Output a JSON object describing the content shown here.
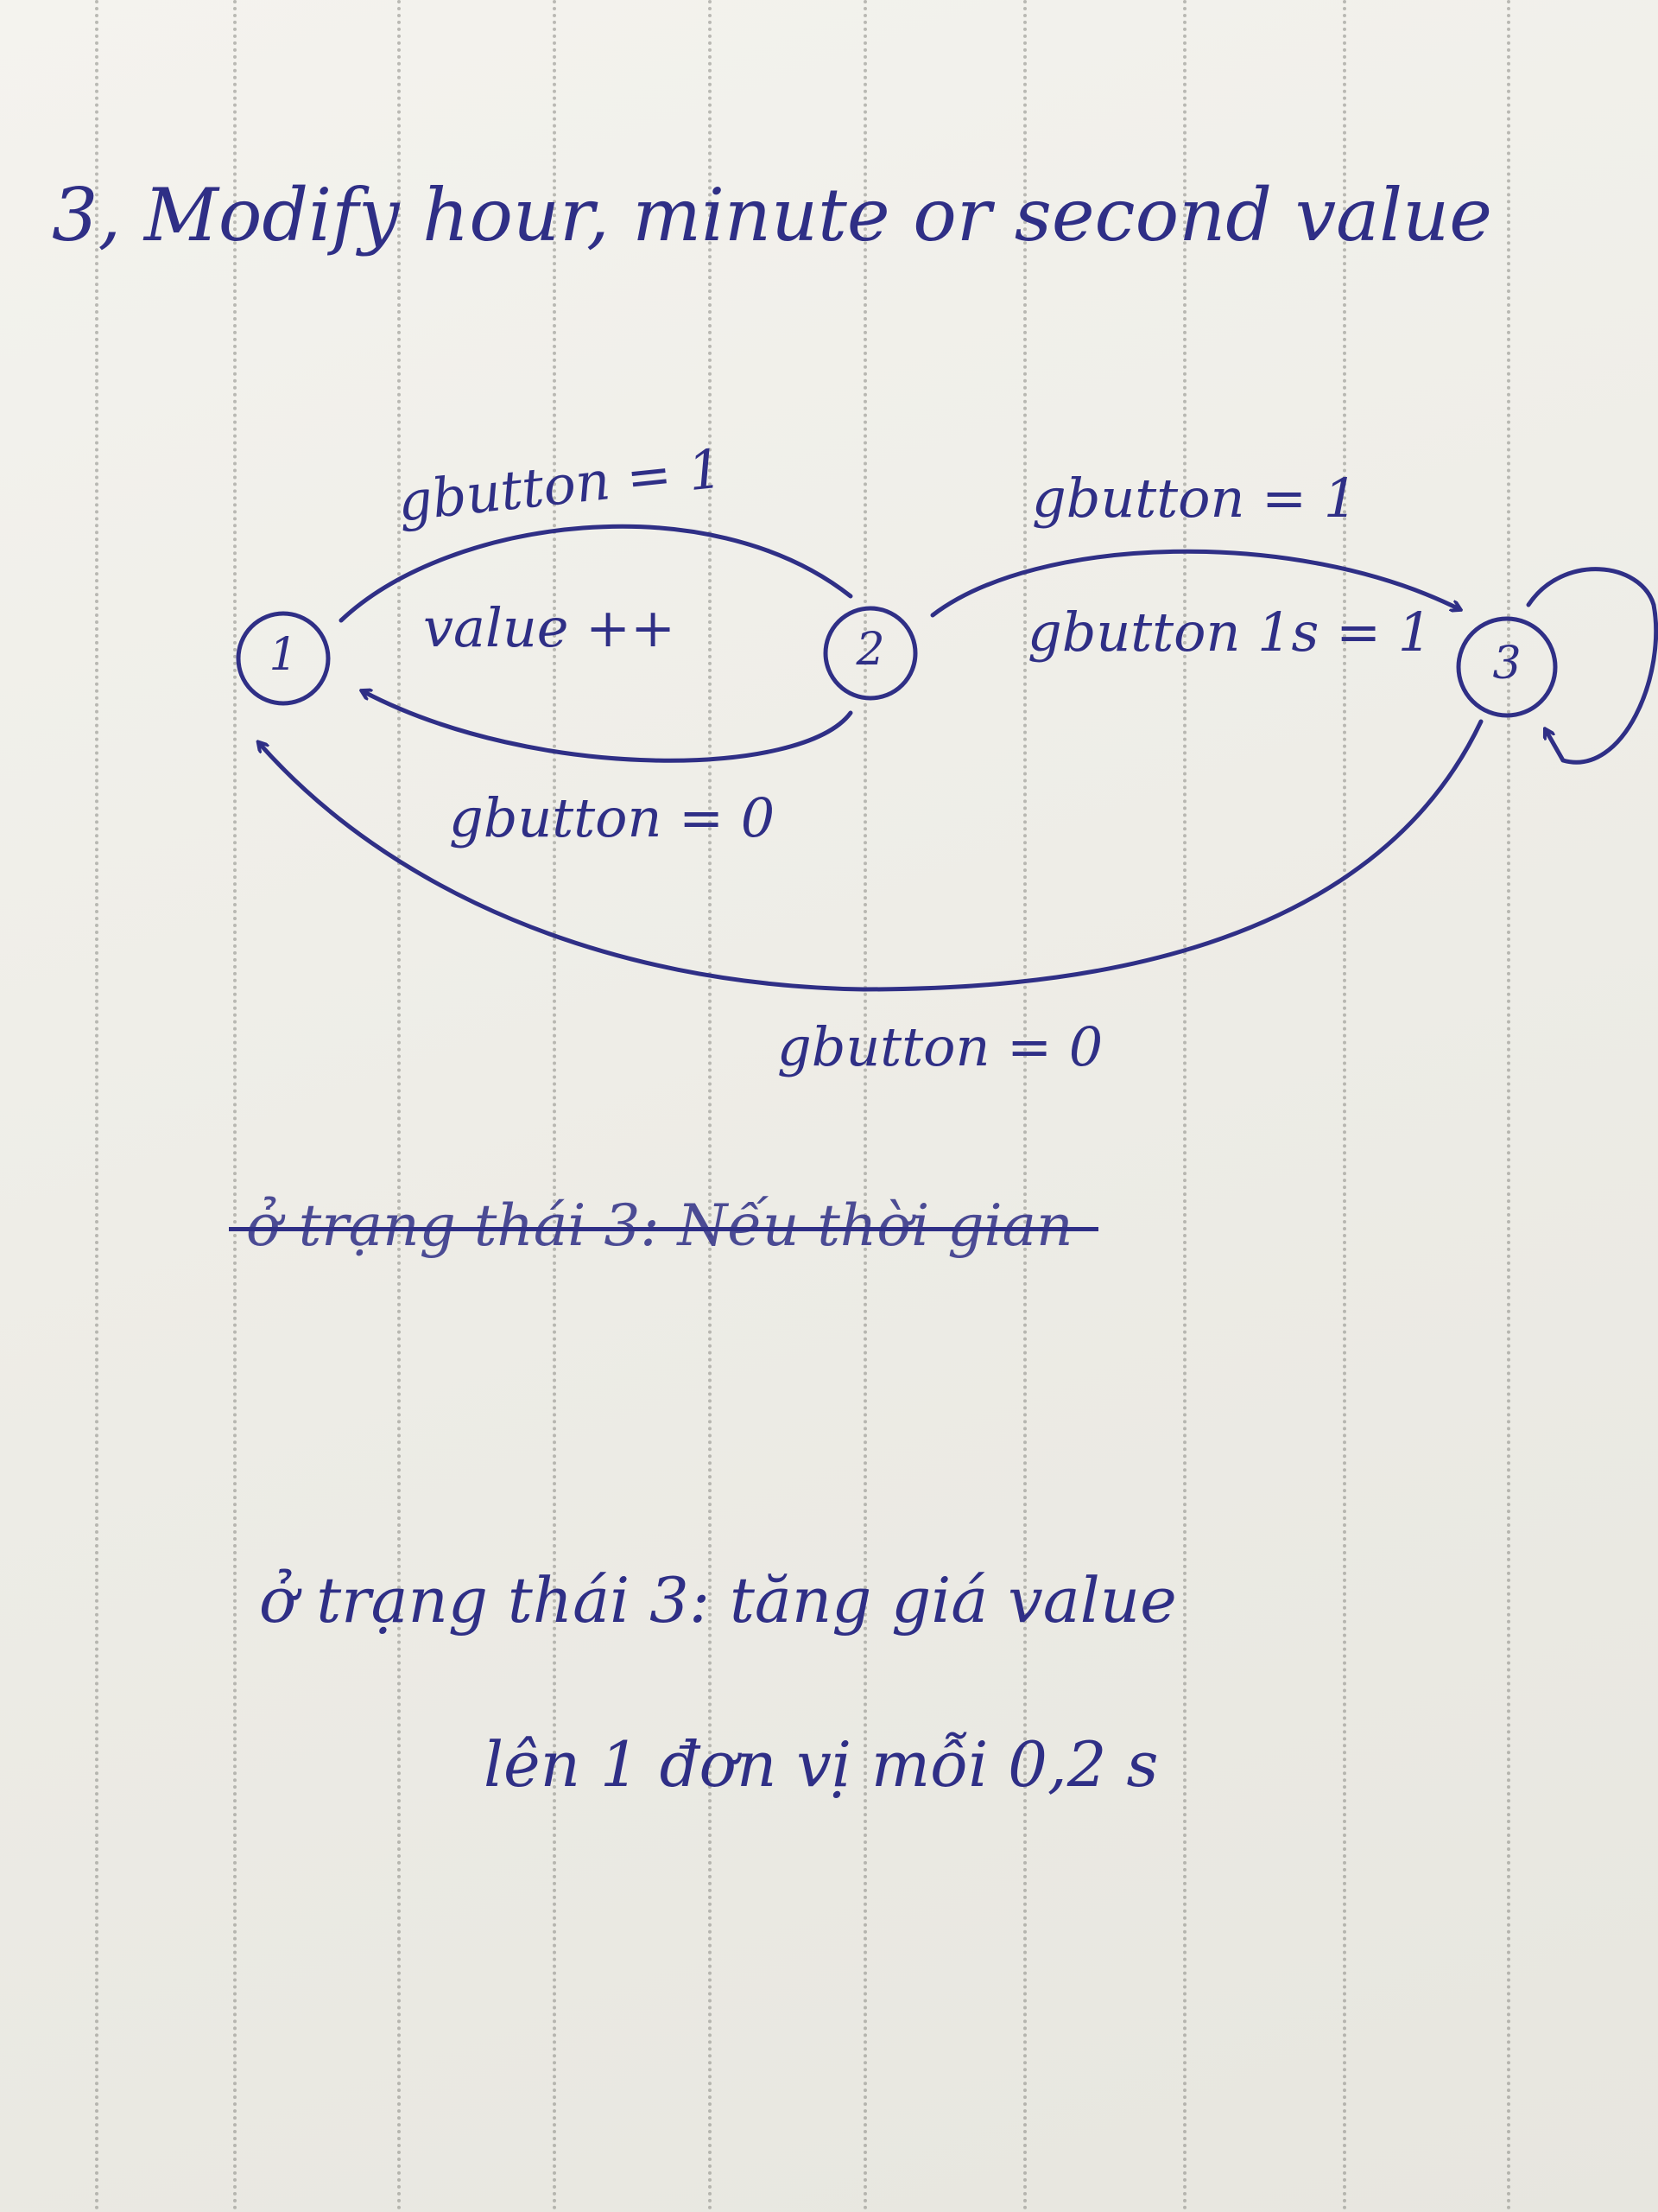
{
  "title": "3, Modify hour, minute or second value",
  "states": [
    {
      "id": "state-1",
      "label": "1"
    },
    {
      "id": "state-2",
      "label": "2"
    },
    {
      "id": "state-3",
      "label": "3"
    }
  ],
  "transitions": {
    "t12": "gbutton = 1",
    "t1_action": "value ++",
    "t23a": "gbutton = 1",
    "t23b": "gbutton 1s = 1",
    "t21": "gbutton = 0",
    "t31": "gbutton = 0"
  },
  "notes": {
    "struck": "ở trạng thái 3: Nếu thời gian",
    "line1": "ở trạng thái 3: tăng giá value",
    "line2": "lên 1 đơn vị mỗi 0,2 s"
  },
  "colors": {
    "ink": "#2f2f86",
    "paper": "#f1f0eb"
  }
}
